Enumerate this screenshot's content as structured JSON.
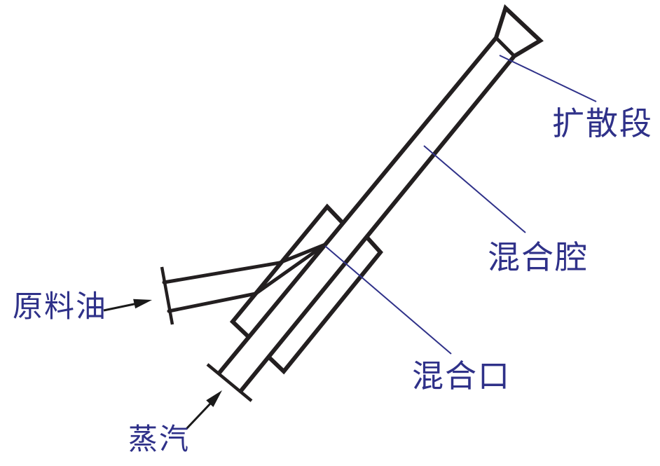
{
  "diagram": {
    "labels": {
      "diffuser_section": "扩散段",
      "mixing_chamber": "混合腔",
      "mixing_port": "混合口",
      "feedstock_oil": "原料油",
      "steam": "蒸汽"
    },
    "icons": {
      "feed_oil_arrow": "arrow-right-up",
      "steam_arrow": "arrow-up-right"
    },
    "colors": {
      "line_art": "#231f20",
      "label_text": "#2f3189",
      "leader_line": "#2f3189",
      "background": "#ffffff"
    }
  }
}
